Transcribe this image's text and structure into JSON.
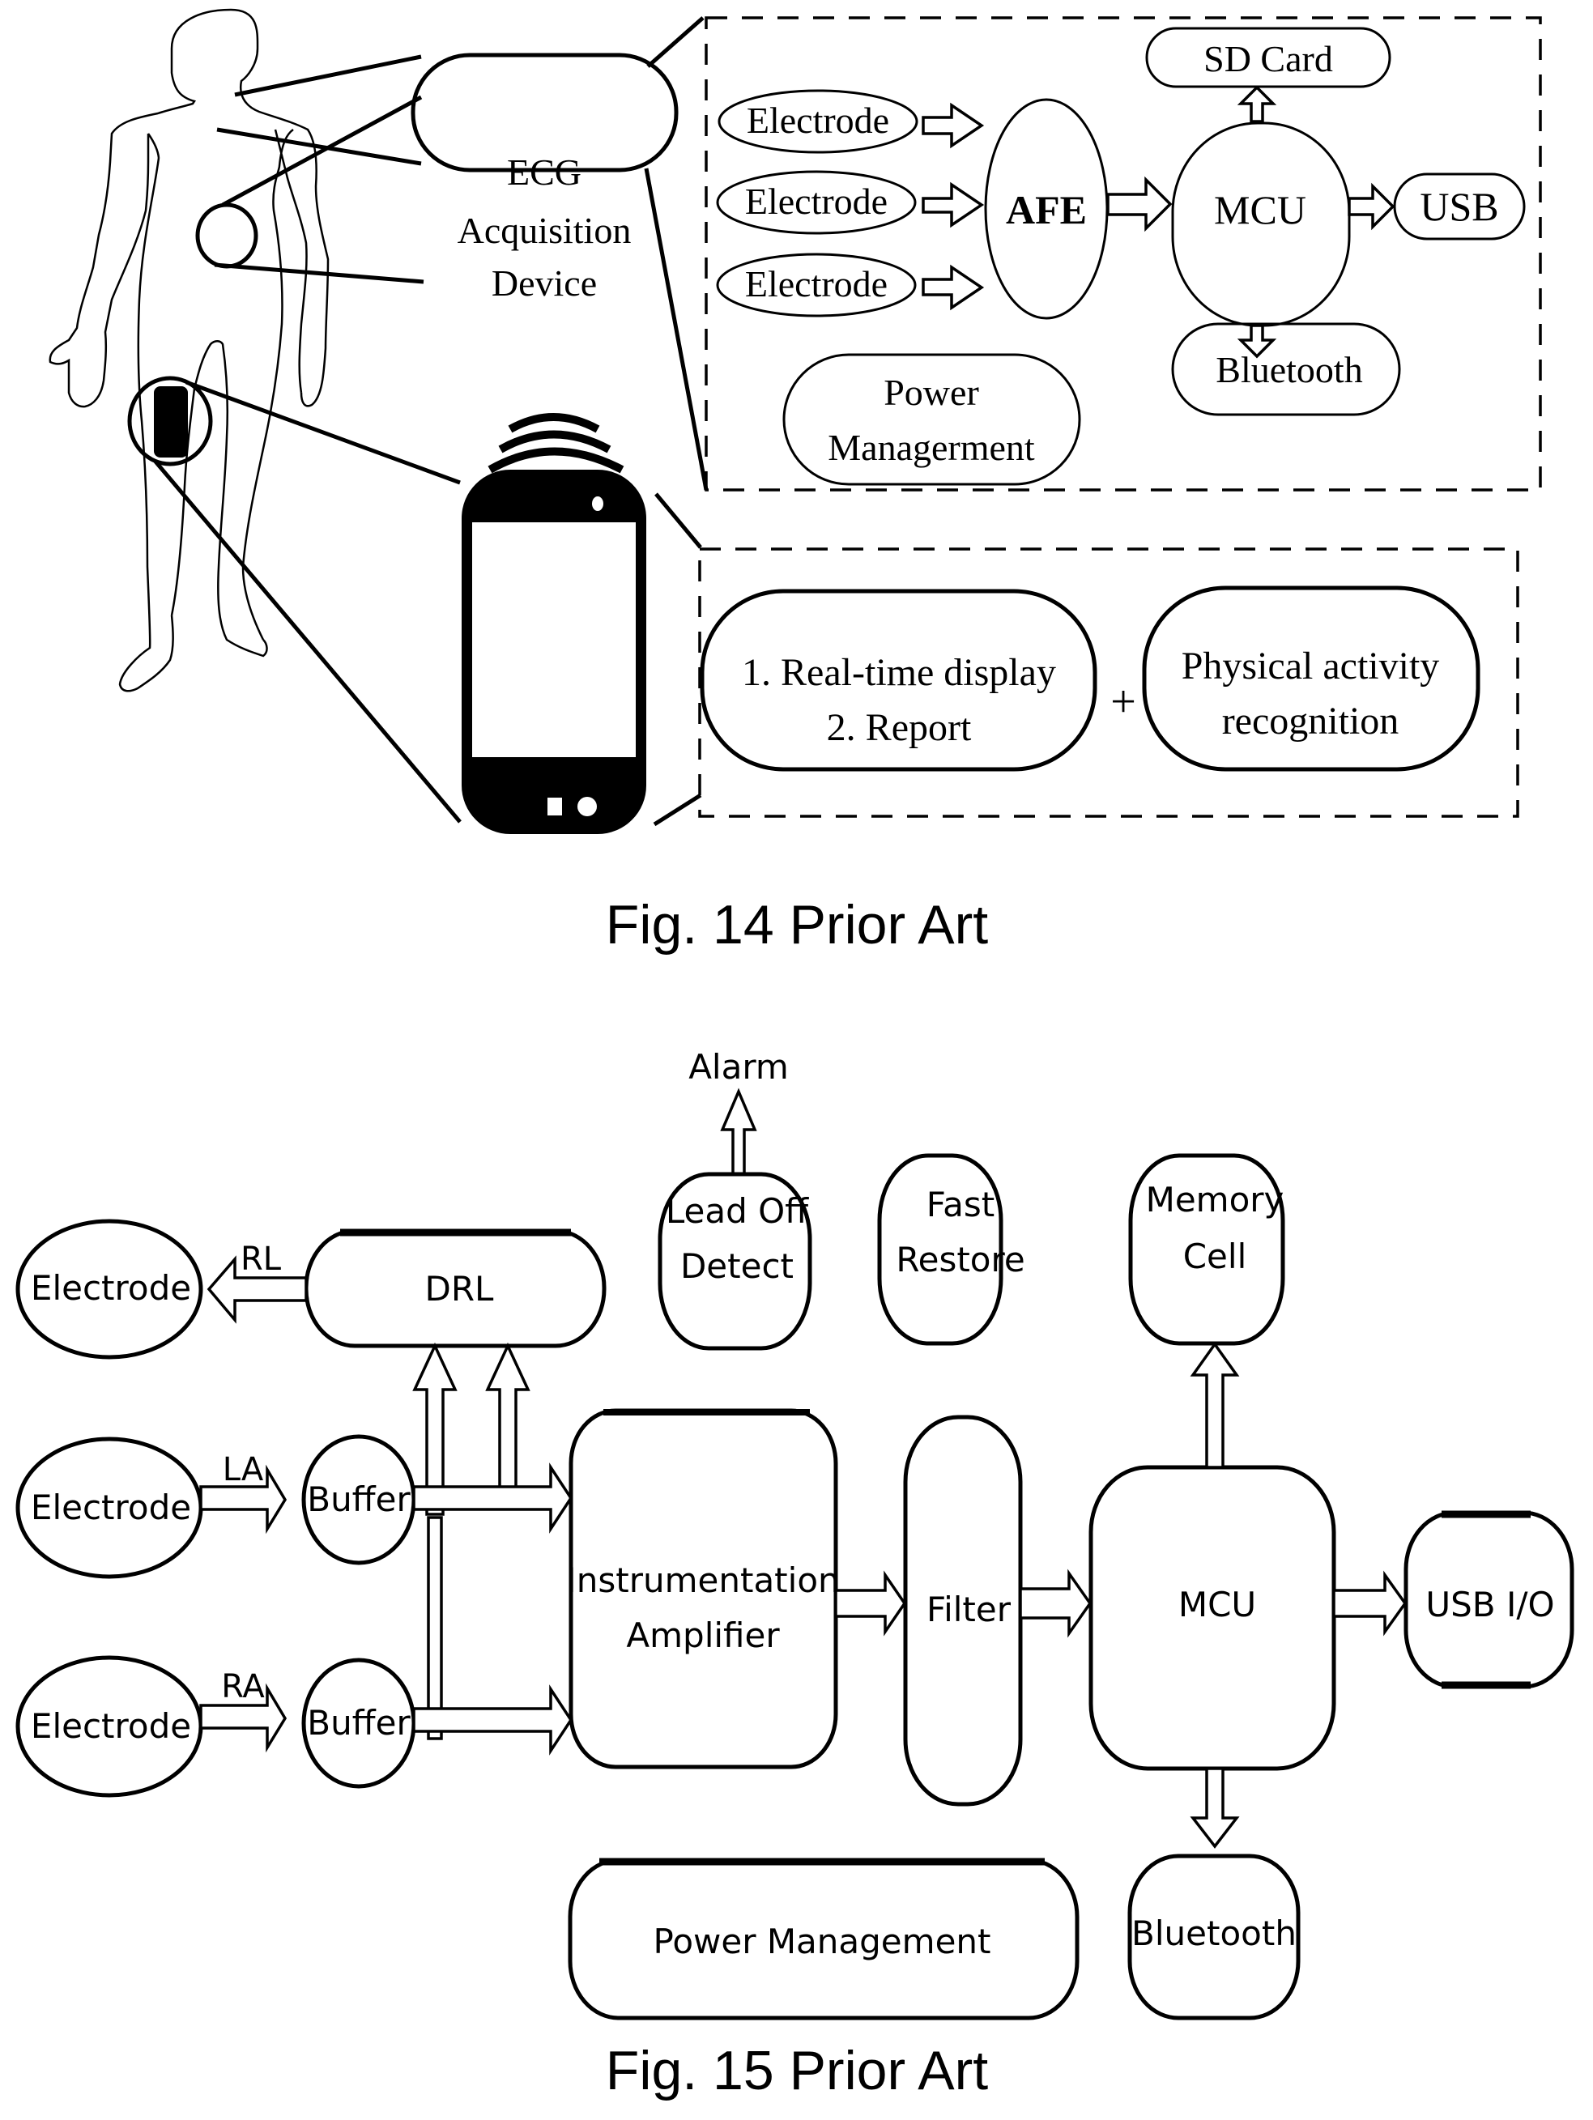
{
  "figures": {
    "fig14": {
      "caption": "Fig. 14 Prior Art",
      "ecg_device_label": [
        "ECG",
        "Acquisition",
        "Device"
      ],
      "device_block": {
        "electrodes": [
          "Electrode",
          "Electrode",
          "Electrode"
        ],
        "afe": "AFE",
        "mcu": "MCU",
        "sd_card": "SD Card",
        "usb": "USB",
        "bluetooth": "Bluetooth",
        "power": [
          "Power",
          "Managerment"
        ]
      },
      "phone_block": {
        "features": [
          "1. Real-time display",
          "2. Report"
        ],
        "plus": "+",
        "activity": [
          "Physical activity",
          "recognition"
        ]
      }
    },
    "fig15": {
      "caption": "Fig. 15 Prior Art",
      "alarm": "Alarm",
      "lead_off": [
        "Lead Off",
        "Detect"
      ],
      "fast_restore": [
        "Fast",
        "Restore"
      ],
      "memory_cell": [
        "Memory",
        "Cell"
      ],
      "drl": "DRL",
      "rl_label": "RL",
      "la_label": "LA",
      "ra_label": "RA",
      "electrodes": [
        "Electrode",
        "Electrode",
        "Electrode"
      ],
      "buffers": [
        "Buffer",
        "Buffer"
      ],
      "inst_amp": [
        "Instrumentation",
        "Amplifier"
      ],
      "filter": "Filter",
      "mcu": "MCU",
      "usb_io": "USB I/O",
      "power": "Power Management",
      "bluetooth": "Bluetooth"
    }
  }
}
